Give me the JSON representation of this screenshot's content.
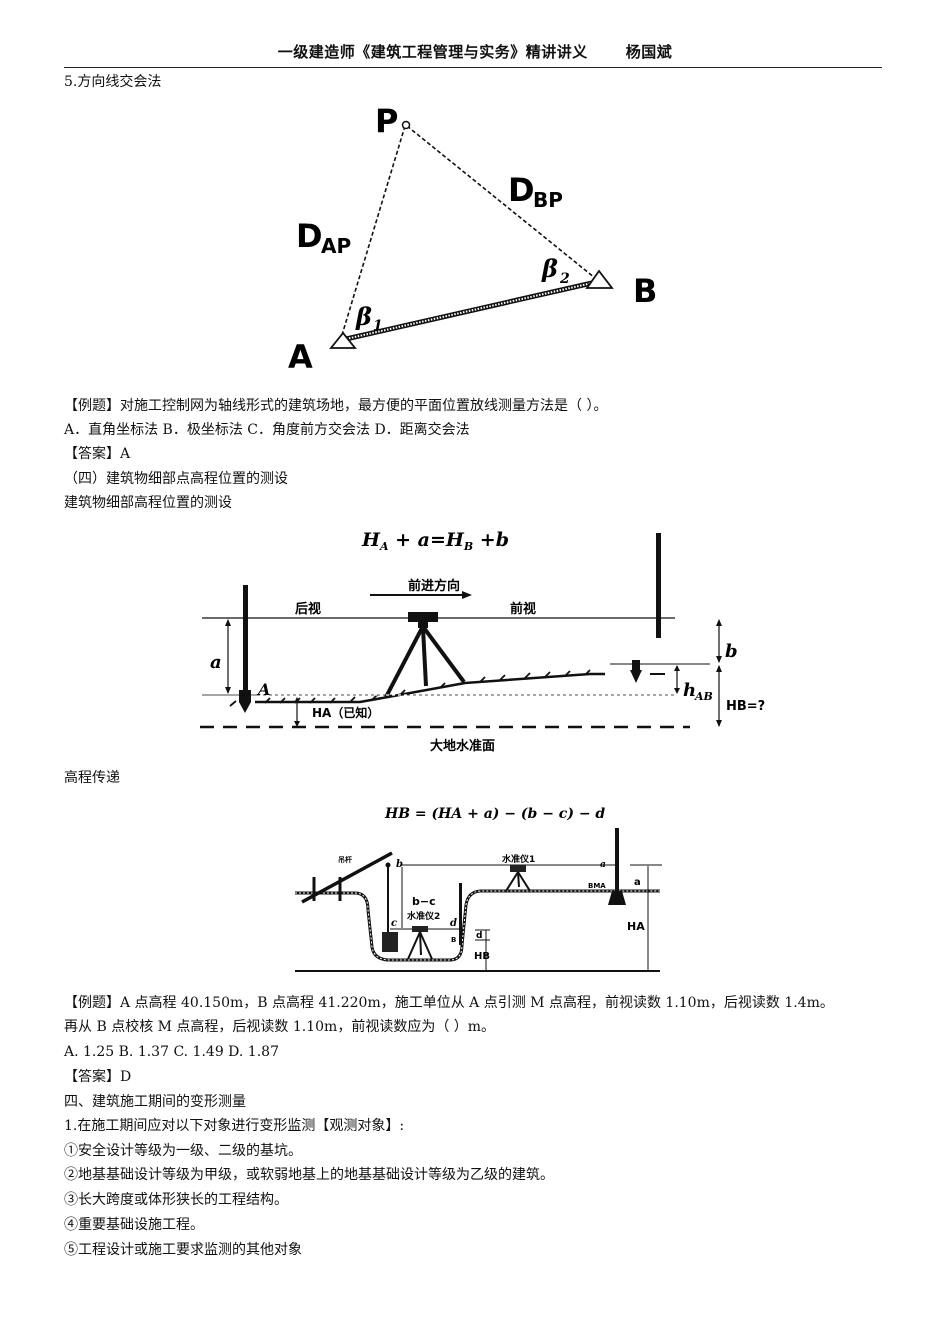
{
  "header": {
    "title": "一级建造师《建筑工程管理与实务》精讲讲义",
    "author": "杨国斌"
  },
  "section5": {
    "heading": "5.方向线交会法",
    "diagram": {
      "labels": {
        "p": "P",
        "a": "A",
        "b": "B",
        "dap_main": "D",
        "dap_sub": "AP",
        "dbp_main": "D",
        "dbp_sub": "BP",
        "beta1_main": "β",
        "beta1_sub": "1",
        "beta2_main": "β",
        "beta2_sub": "2"
      }
    }
  },
  "example1": {
    "question": "【例题】对施工控制网为轴线形式的建筑场地，最方便的平面位置放线测量方法是（    ）。",
    "options": "A．直角坐标法    B．极坐标法  C．角度前方交会法  D．距离交会法",
    "answer": "【答案】A"
  },
  "section4_sub": {
    "heading": "（四）建筑物细部点高程位置的测设",
    "subheading": "建筑物细部高程位置的测设"
  },
  "diagram_level": {
    "formula": "HA + a=HB +b",
    "formula_parts": {
      "h1": "H",
      "s1": "A",
      "mid": " + a=",
      "h2": "H",
      "s2": "B",
      "end": " +b"
    },
    "direction": "前进方向",
    "backsight": "后视",
    "foresight": "前视",
    "label_a": "a",
    "label_b": "b",
    "label_A": "A",
    "label_HA": "HA（已知）",
    "label_hAB_main": "h",
    "label_hAB_sub": "AB",
    "label_HB": "HB=?",
    "datum": "大地水准面"
  },
  "section_transfer": {
    "heading": "高程传递",
    "formula": "HB = (HA + a) − (b − c) − d",
    "diagram": {
      "rod": "吊杆",
      "level1": "水准仪1",
      "level2": "水准仪2",
      "bma": "BMA",
      "a_top": "a",
      "a_side": "a",
      "b": "b",
      "bc": "b−c",
      "c": "c",
      "d": "d",
      "d_side": "d",
      "HA": "HA",
      "HB": "HB",
      "B": "B"
    }
  },
  "example2": {
    "question_line1": "【例题】A 点高程 40.150m，B 点高程 41.220m，施工单位从 A 点引测 M 点高程，前视读数 1.10m，后视读数 1.4m。",
    "question_line2": "再从 B 点校核 M 点高程，后视读数 1.10m，前视读数应为（   ）m。",
    "options": "A. 1.25   B. 1.37   C. 1.49    D. 1.87",
    "answer": "【答案】D"
  },
  "section_deformation": {
    "heading": "四、建筑施工期间的变形测量",
    "intro": "1.在施工期间应对以下对象进行变形监测【观测对象】:",
    "items": [
      "①安全设计等级为一级、二级的基坑。",
      "②地基基础设计等级为甲级，或软弱地基上的地基基础设计等级为乙级的建筑。",
      "③长大跨度或体形狭长的工程结构。",
      "④重要基础设施工程。",
      "⑤工程设计或施工要求监测的其他对象"
    ]
  }
}
